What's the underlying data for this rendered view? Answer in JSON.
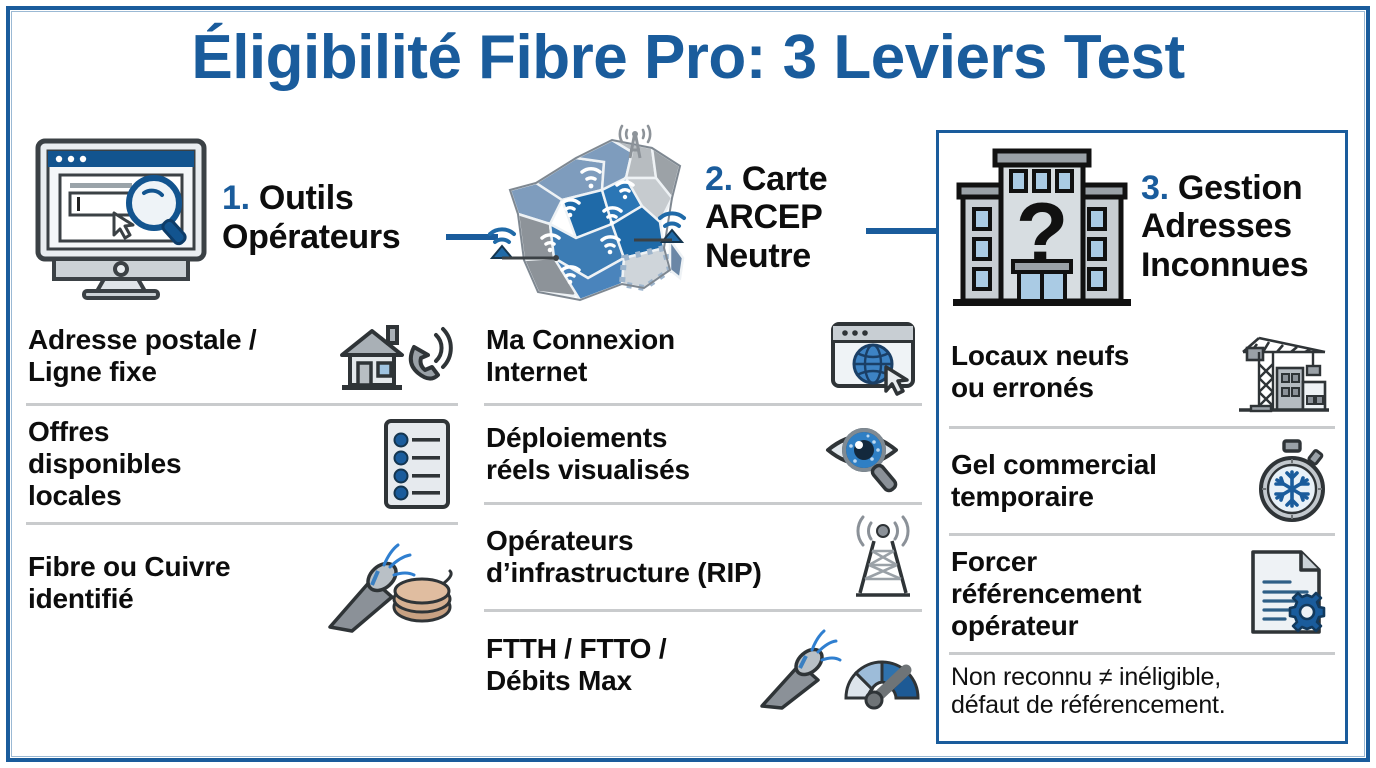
{
  "title": "Éligibilité Fibre Pro: 3 Leviers Test",
  "theme": {
    "accent_blue": "#1a5c9c",
    "text_black": "#0d0d0d",
    "divider_grey": "#c9cbcd",
    "icon_grey": "#b6bcc2",
    "icon_light": "#dfe4e8",
    "icon_dark_grey": "#6f7477",
    "window_blue": "#12548f"
  },
  "columns": [
    {
      "number": "1.",
      "heading_lines": [
        "Outils",
        "Opérateurs"
      ],
      "header_icon": "desktop-search-icon",
      "items": [
        {
          "label_lines": [
            "Adresse postale /",
            "Ligne fixe"
          ],
          "icon": "house-phone-icon"
        },
        {
          "label_lines": [
            "Offres",
            "disponibles",
            "locales"
          ],
          "icon": "checklist-document-icon"
        },
        {
          "label_lines": [
            "Fibre ou Cuivre",
            "identifié"
          ],
          "icon": "fiber-copper-cable-icon"
        }
      ],
      "footnote": ""
    },
    {
      "number": "2.",
      "heading_lines": [
        "Carte",
        "ARCEP",
        "Neutre"
      ],
      "header_icon": "france-coverage-map-icon",
      "items": [
        {
          "label_lines": [
            "Ma Connexion",
            "Internet"
          ],
          "icon": "browser-globe-cursor-icon"
        },
        {
          "label_lines": [
            "Déploiements",
            "réels visualisés"
          ],
          "icon": "eye-magnifier-icon"
        },
        {
          "label_lines": [
            "Opérateurs",
            "d’infrastructure (RIP)"
          ],
          "icon": "radio-tower-icon"
        },
        {
          "label_lines": [
            "FTTH / FTTO /",
            "Débits Max"
          ],
          "icon": "fiber-cable-speedometer-icon"
        }
      ],
      "footnote": ""
    },
    {
      "number": "3.",
      "heading_lines": [
        "Gestion",
        "Adresses",
        "Inconnues"
      ],
      "header_icon": "building-question-icon",
      "items": [
        {
          "label_lines": [
            "Locaux neufs",
            "ou erronés"
          ],
          "icon": "construction-crane-icon"
        },
        {
          "label_lines": [
            "Gel commercial",
            "temporaire"
          ],
          "icon": "frozen-stopwatch-icon"
        },
        {
          "label_lines": [
            "Forcer",
            "référencement",
            "opérateur"
          ],
          "icon": "document-gear-icon"
        }
      ],
      "footnote_lines": [
        "Non reconnu ≠ inéligible,",
        "défaut de référencement."
      ]
    }
  ]
}
